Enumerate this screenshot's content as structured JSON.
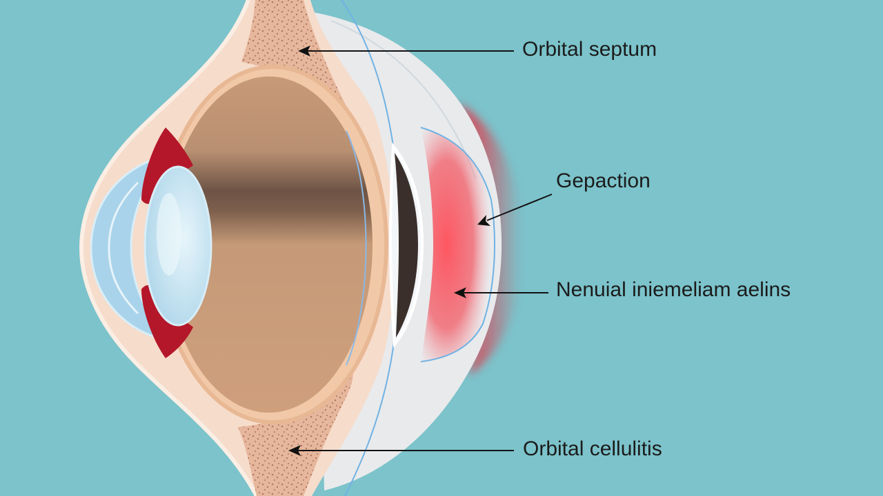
{
  "diagram": {
    "labels": {
      "orbital_septum": "Orbital septum",
      "gepaction": "Gepaction",
      "nenuial": "Nenuial iniemeliam aelins",
      "orbital_cellulitis": "Orbital cellulitis"
    },
    "colors": {
      "background": "#7cc3cb",
      "skin": "#f7d9c6",
      "eyeball_interior": "#c99a76",
      "inflammation": "#e8434f",
      "iris": "#b5172a",
      "cornea": "#bfe1f0",
      "arrow": "#111111"
    }
  }
}
